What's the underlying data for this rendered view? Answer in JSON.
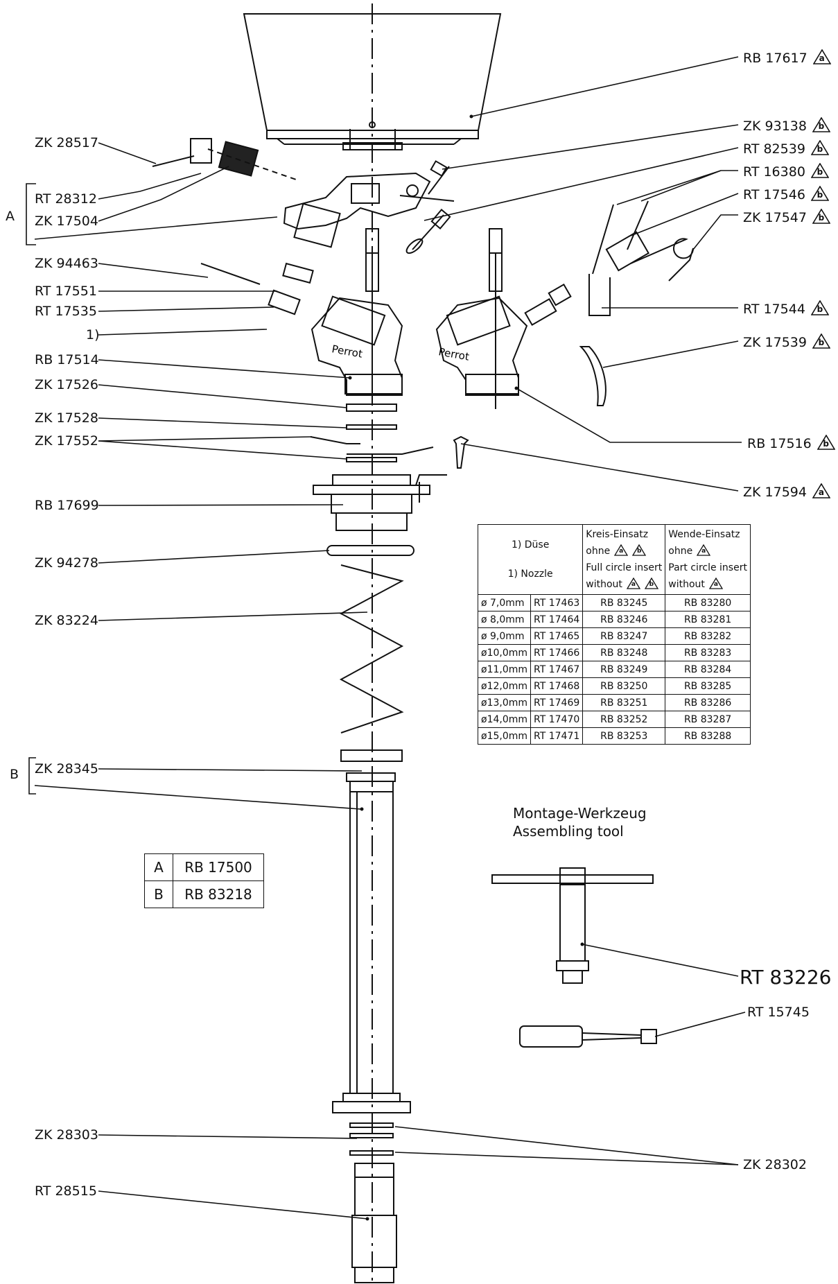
{
  "callouts_left": [
    {
      "code": "ZK 28517"
    },
    {
      "code": "RT 28312"
    },
    {
      "code": "ZK 17504"
    },
    {
      "code": "ZK 94463"
    },
    {
      "code": "RT 17551"
    },
    {
      "code": "RT 17535"
    },
    {
      "code": "1)"
    },
    {
      "code": "RB 17514"
    },
    {
      "code": "ZK 17526"
    },
    {
      "code": "ZK 17528"
    },
    {
      "code": "ZK 17552"
    },
    {
      "code": "RB 17699"
    },
    {
      "code": "ZK 94278"
    },
    {
      "code": "ZK 83224"
    },
    {
      "code": "ZK 28345"
    },
    {
      "code": "ZK 28303"
    },
    {
      "code": "RT 28515"
    }
  ],
  "group_letters": {
    "a": "A",
    "b": "B"
  },
  "callouts_right": [
    {
      "code": "RB 17617",
      "mark": "a"
    },
    {
      "code": "ZK 93138",
      "mark": "b"
    },
    {
      "code": "RT 82539",
      "mark": "b"
    },
    {
      "code": "RT 16380",
      "mark": "b"
    },
    {
      "code": "RT 17546",
      "mark": "b"
    },
    {
      "code": "ZK 17547",
      "mark": "b"
    },
    {
      "code": "RT 17544",
      "mark": "b"
    },
    {
      "code": "ZK 17539",
      "mark": "b"
    },
    {
      "code": "RB 17516",
      "mark": "b"
    },
    {
      "code": "ZK 17594",
      "mark": "a"
    },
    {
      "code": "RT 83226",
      "mark": ""
    },
    {
      "code": "RT 15745",
      "mark": ""
    },
    {
      "code": "ZK 28302",
      "mark": ""
    }
  ],
  "nozzle_table": {
    "header_de": "1) Düse",
    "header_en": "1) Nozzle",
    "col2_line1": "Kreis-Einsatz",
    "col2_line2": "ohne",
    "col2_line3": "Full circle insert",
    "col2_line4": "without",
    "col3_line1": "Wende-Einsatz",
    "col3_line2": "ohne",
    "col3_line3": "Part circle insert",
    "col3_line4": "without",
    "rows": [
      [
        "ø 7,0mm",
        "RT 17463",
        "RB 83245",
        "RB 83280"
      ],
      [
        "ø 8,0mm",
        "RT 17464",
        "RB 83246",
        "RB 83281"
      ],
      [
        "ø 9,0mm",
        "RT 17465",
        "RB 83247",
        "RB 83282"
      ],
      [
        "ø10,0mm",
        "RT 17466",
        "RB 83248",
        "RB 83283"
      ],
      [
        "ø11,0mm",
        "RT 17467",
        "RB 83249",
        "RB 83284"
      ],
      [
        "ø12,0mm",
        "RT 17468",
        "RB 83250",
        "RB 83285"
      ],
      [
        "ø13,0mm",
        "RT 17469",
        "RB 83251",
        "RB 83286"
      ],
      [
        "ø14,0mm",
        "RT 17470",
        "RB 83252",
        "RB 83287"
      ],
      [
        "ø15,0mm",
        "RT 17471",
        "RB 83253",
        "RB 83288"
      ]
    ]
  },
  "kit_table": [
    {
      "key": "A",
      "value": "RB 17500"
    },
    {
      "key": "B",
      "value": "RB 83218"
    }
  ],
  "tool_title_de": "Montage-Werkzeug",
  "tool_title_en": "Assembling tool",
  "mark_letters": {
    "a": "a",
    "b": "b"
  },
  "brand_text": "Perrot"
}
